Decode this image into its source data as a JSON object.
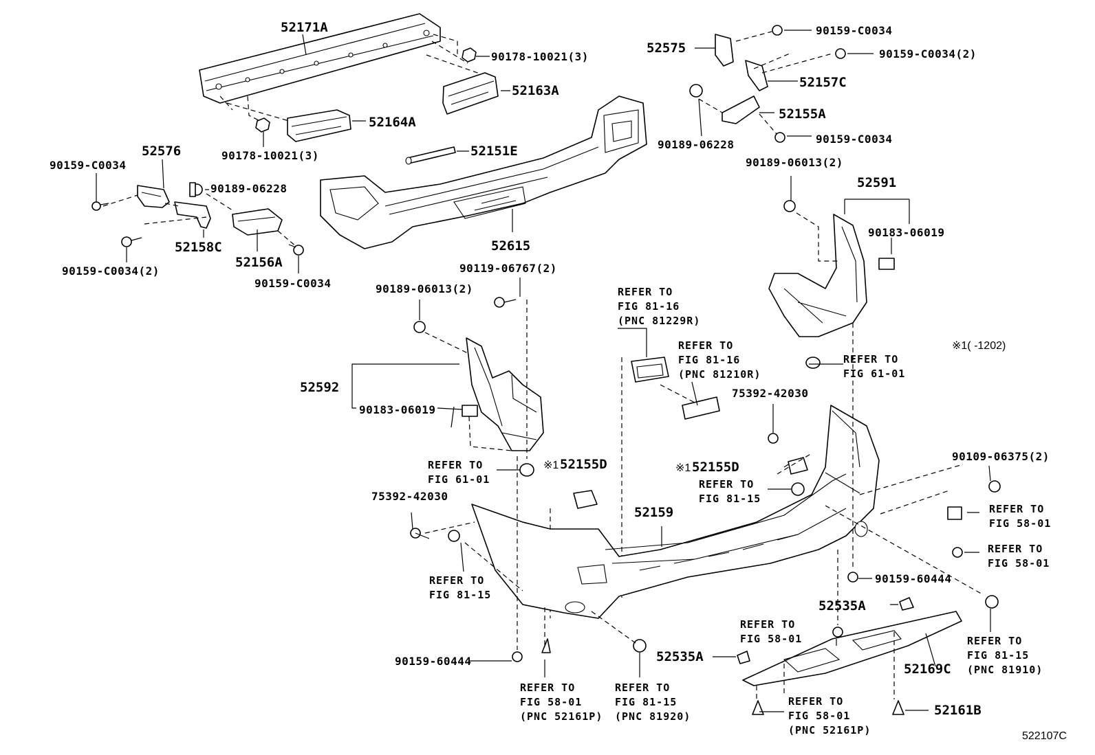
{
  "labels": {
    "p52171A": "52171A",
    "p90178_a": "90178-10021(3)",
    "p52163A": "52163A",
    "p52164A": "52164A",
    "p90178_b": "90178-10021(3)",
    "p52151E": "52151E",
    "p52615": "52615",
    "p52576": "52576",
    "p90159_c0034_l1": "90159-C0034",
    "p90189_06228_l": "90189-06228",
    "p52158C": "52158C",
    "p52156A": "52156A",
    "p90159_c0034_l2": "90159-C0034(2)",
    "p90159_c0034_l3": "90159-C0034",
    "p52575": "52575",
    "p90159_c0034_r1": "90159-C0034",
    "p90159_c0034_r2": "90159-C0034(2)",
    "p52157C": "52157C",
    "p52155A": "52155A",
    "p90189_06228_r": "90189-06228",
    "p90159_c0034_r3": "90159-C0034",
    "p90189_06013_r": "90189-06013(2)",
    "p52591": "52591",
    "p90183_06019_r": "90183-06019",
    "p90119_06767": "90119-06767(2)",
    "p90189_06013_l": "90189-06013(2)",
    "p52592": "52592",
    "p90183_06019_l": "90183-06019",
    "p52155D_l": "52155D",
    "p52155D_r": "52155D",
    "p75392_l": "75392-42030",
    "p75392_r": "75392-42030",
    "p52159": "52159",
    "p90109_06375": "90109-06375(2)",
    "p90159_60444_r": "90159-60444",
    "p52535A_r": "52535A",
    "p52535A_l": "52535A",
    "p52169C": "52169C",
    "p90159_60444_l": "90159-60444",
    "p52161B": "52161B",
    "note_mark": "※1",
    "note_range": "※1(    -1202)",
    "fig_code": "522107C"
  },
  "refs": {
    "r_81229R": [
      "REFER TO",
      "FIG 81-16",
      "(PNC 81229R)"
    ],
    "r_81210R": [
      "REFER TO",
      "FIG 81-16",
      "(PNC 81210R)"
    ],
    "r_6101_r": [
      "REFER TO",
      "FIG 61-01"
    ],
    "r_6101_l": [
      "REFER TO",
      "FIG 61-01"
    ],
    "r_8115_mid": [
      "REFER TO",
      "FIG 81-15"
    ],
    "r_8115_l": [
      "REFER TO",
      "FIG 81-15"
    ],
    "r_5801_r1": [
      "REFER TO",
      "FIG 58-01"
    ],
    "r_5801_r2": [
      "REFER TO",
      "FIG 58-01"
    ],
    "r_5801_mid": [
      "REFER TO",
      "FIG 58-01"
    ],
    "r_81910": [
      "REFER TO",
      "FIG 81-15",
      "(PNC 81910)"
    ],
    "r_52161P_l": [
      "REFER TO",
      "FIG 58-01",
      "(PNC 52161P)"
    ],
    "r_81920": [
      "REFER TO",
      "FIG 81-15",
      "(PNC 81920)"
    ],
    "r_52161P_r": [
      "REFER TO",
      "FIG 58-01",
      "(PNC 52161P)"
    ]
  }
}
